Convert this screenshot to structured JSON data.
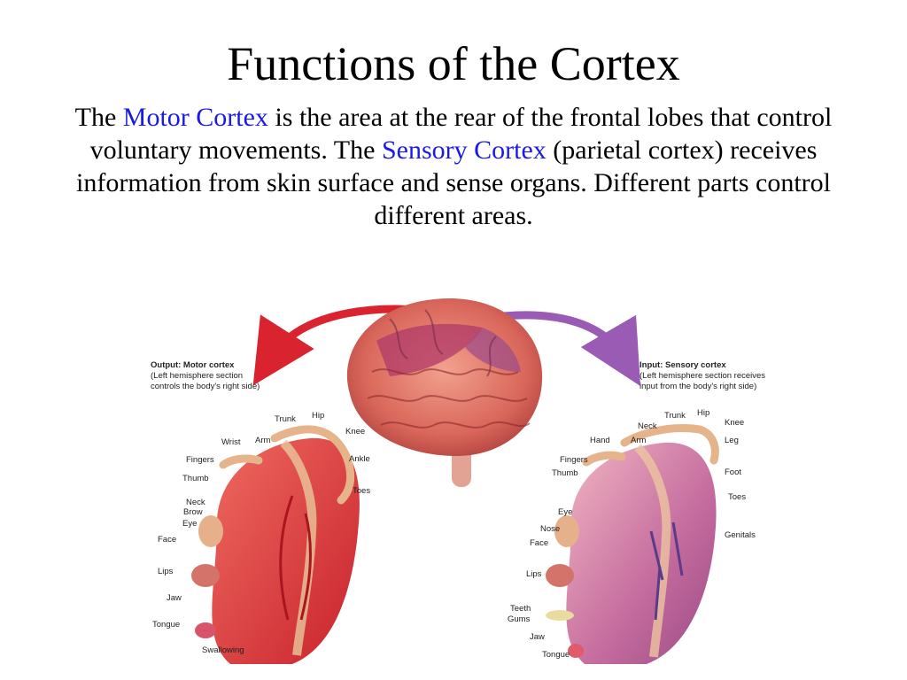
{
  "title": "Functions of the Cortex",
  "description": {
    "p1": "The ",
    "motor": "Motor Cortex",
    "p2": " is the area at the rear of the frontal lobes that control voluntary movements. The ",
    "sensory": "Sensory Cortex",
    "p3": " (parietal cortex) receives information from skin surface and sense organs. Different parts control different areas."
  },
  "colors": {
    "highlight": "#1a1ae6",
    "motor_arrow": "#d9242f",
    "sensory_arrow": "#9a5bb5"
  },
  "motor": {
    "heading": "Output: Motor cortex",
    "sub1": "(Left hemisphere section",
    "sub2": "controls the body's right side)",
    "labels": {
      "trunk": "Trunk",
      "hip": "Hip",
      "knee": "Knee",
      "wrist": "Wrist",
      "arm": "Arm",
      "ankle": "Ankle",
      "fingers": "Fingers",
      "thumb": "Thumb",
      "toes": "Toes",
      "neck": "Neck",
      "brow": "Brow",
      "eye": "Eye",
      "face": "Face",
      "lips": "Lips",
      "jaw": "Jaw",
      "tongue": "Tongue",
      "swallowing": "Swallowing"
    }
  },
  "sensory": {
    "heading": "Input: Sensory cortex",
    "sub1": "(Left hemisphere section receives",
    "sub2": "input from the body's right side)",
    "labels": {
      "trunk": "Trunk",
      "hip": "Hip",
      "neck": "Neck",
      "knee": "Knee",
      "hand": "Hand",
      "arm": "Arm",
      "leg": "Leg",
      "fingers": "Fingers",
      "thumb": "Thumb",
      "foot": "Foot",
      "toes": "Toes",
      "eye": "Eye",
      "nose": "Nose",
      "face": "Face",
      "genitals": "Genitals",
      "lips": "Lips",
      "teeth": "Teeth",
      "gums": "Gums",
      "jaw": "Jaw",
      "tongue": "Tongue"
    }
  }
}
